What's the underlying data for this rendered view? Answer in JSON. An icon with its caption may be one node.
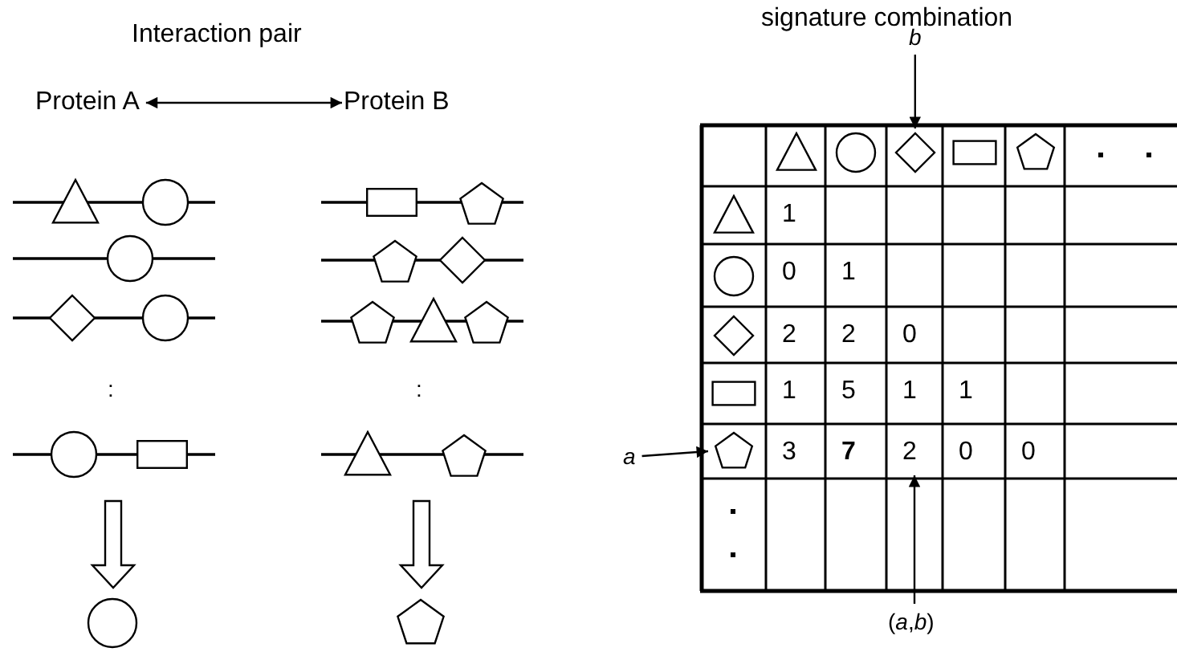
{
  "diagram": {
    "nodes": [
      {
        "text": [
          "Protein A"
        ]
      },
      {
        "text": [
          "Protein B"
        ]
      },
      {
        "text": [],
        "shape": "picture"
      },
      {
        "text": [],
        "shape": "picture"
      },
      {
        "text": [],
        "shape": "circle"
      },
      {
        "text": [],
        "shape": "pentagon"
      },
      {
        "text": [
          "b"
        ]
      },
      {
        "text": [],
        "shape": "diamond"
      },
      {
        "text": [
          "a"
        ]
      },
      {
        "text": [],
        "shape": "pentagon"
      },
      {
        "text": [
          "2"
        ]
      },
      {
        "text": [
          "(*a*,*b*)"
        ]
      }
    ],
    "edges": [
      {
        "from": 0,
        "to": 1,
        "arrow": "both"
      },
      {
        "from": 2,
        "to": 4,
        "arrow": "to",
        "style": "thick"
      },
      {
        "from": 3,
        "to": 5,
        "arrow": "to",
        "style": "thick"
      },
      {
        "from": 6,
        "to": 7,
        "arrow": "to"
      },
      {
        "from": 8,
        "to": 9,
        "arrow": "to"
      },
      {
        "from": 11,
        "to": 10,
        "arrow": "to"
      }
    ],
    "labels": [
      "Interaction pair",
      "signature combination",
      ":",
      ":",
      "1",
      "0",
      "1",
      "2",
      "2",
      "0",
      "1",
      "5",
      "1",
      "1",
      "3",
      "7",
      "0",
      "0"
    ]
  }
}
